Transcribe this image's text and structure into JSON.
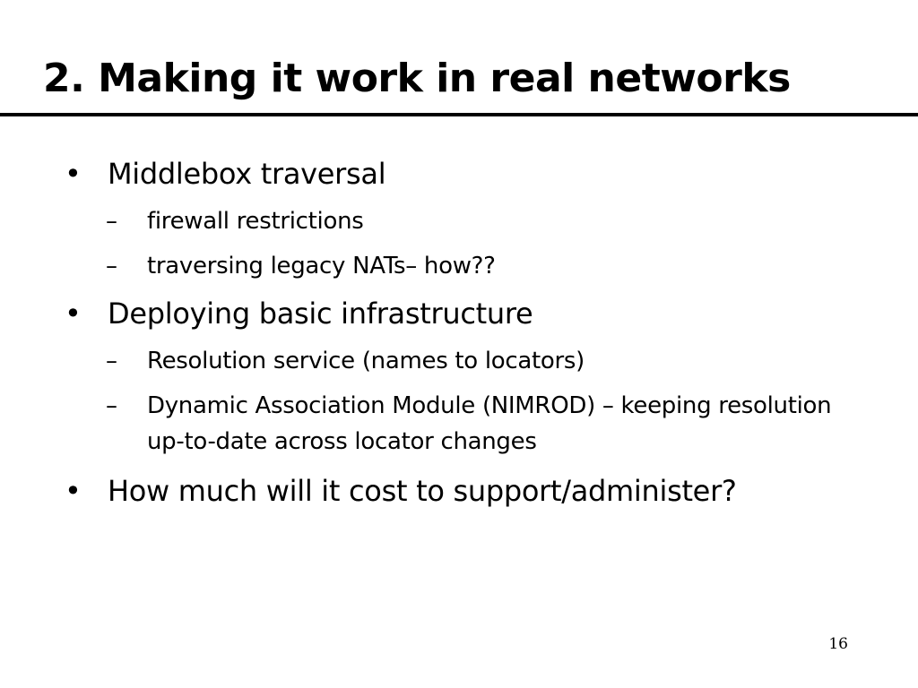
{
  "slide": {
    "title": "2.  Making it work in real networks",
    "page_number": "16",
    "bullet_mark": "•",
    "dash_mark": "–",
    "bullets": [
      {
        "text": "Middlebox traversal",
        "sub": [
          "firewall restrictions",
          "traversing legacy NATs– how??"
        ]
      },
      {
        "text": "Deploying basic infrastructure",
        "sub": [
          "Resolution service (names to locators)",
          "Dynamic Association Module (NIMROD) – keeping resolution up-to-date across locator changes"
        ]
      },
      {
        "text": "How much will it cost to support/administer?",
        "sub": []
      }
    ]
  }
}
